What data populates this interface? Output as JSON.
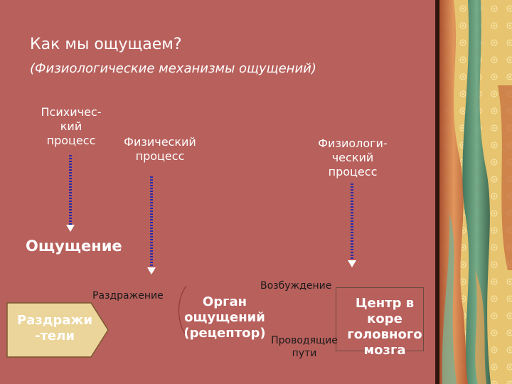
{
  "slide": {
    "title": "Как мы ощущаем?",
    "subtitle": "(Физиологические механизмы ощущений)"
  },
  "processes": {
    "psychic": [
      "Психичес-",
      "кий",
      "процесс"
    ],
    "physical": [
      "Физический",
      "процесс"
    ],
    "physiological": [
      "Физиологи-",
      "ческий",
      "процесс"
    ]
  },
  "sensation": "Ощущение",
  "chain": {
    "stimuli": [
      "Раздражи",
      "-тели"
    ],
    "irritation": "Раздражение",
    "organ": [
      "Орган",
      "ощущений",
      "(рецептор)"
    ],
    "excitation": "Возбуждение",
    "pathways": [
      "Проводящие",
      "пути"
    ],
    "center": [
      "Центр в",
      "коре",
      "головного",
      "мозга"
    ]
  },
  "colors": {
    "panel": "#b8605c",
    "dotted_arrow": "#2a2aa8",
    "shape_fill": "#ecd59a",
    "shape_stroke": "#7a5a30",
    "text": "#ffffff"
  }
}
